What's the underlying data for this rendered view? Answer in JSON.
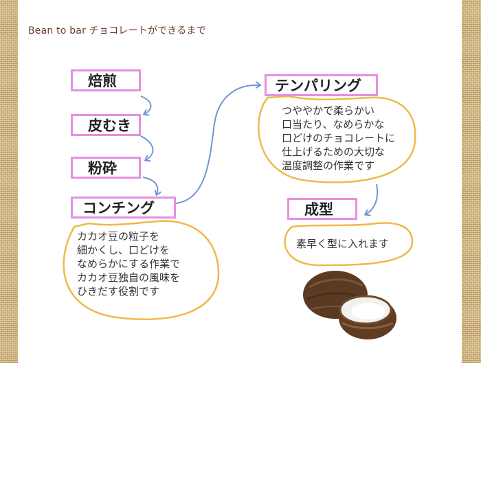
{
  "title": "Bean to bar チョコレートができるまで",
  "steps": {
    "roast": "焙煎",
    "peel": "皮むき",
    "grind": "粉砕",
    "conching": "コンチング",
    "tempering": "テンパリング",
    "molding": "成型"
  },
  "notes": {
    "conching": "カカオ豆の粒子を\n細かくし、口どけを\nなめらかにする作業で\nカカオ豆独自の風味を\nひきだす役割です",
    "tempering": "つややかで柔らかい\n口当たり、なめらかな\n口どけのチョコレートに\n仕上げるための大切な\n温度調整の作業です",
    "molding": "素早く型に入れます"
  },
  "colors": {
    "step_border": "#e58fe0",
    "arrow": "#6f95d2",
    "bubble": "#f0b84a",
    "title": "#6b3a2a"
  }
}
